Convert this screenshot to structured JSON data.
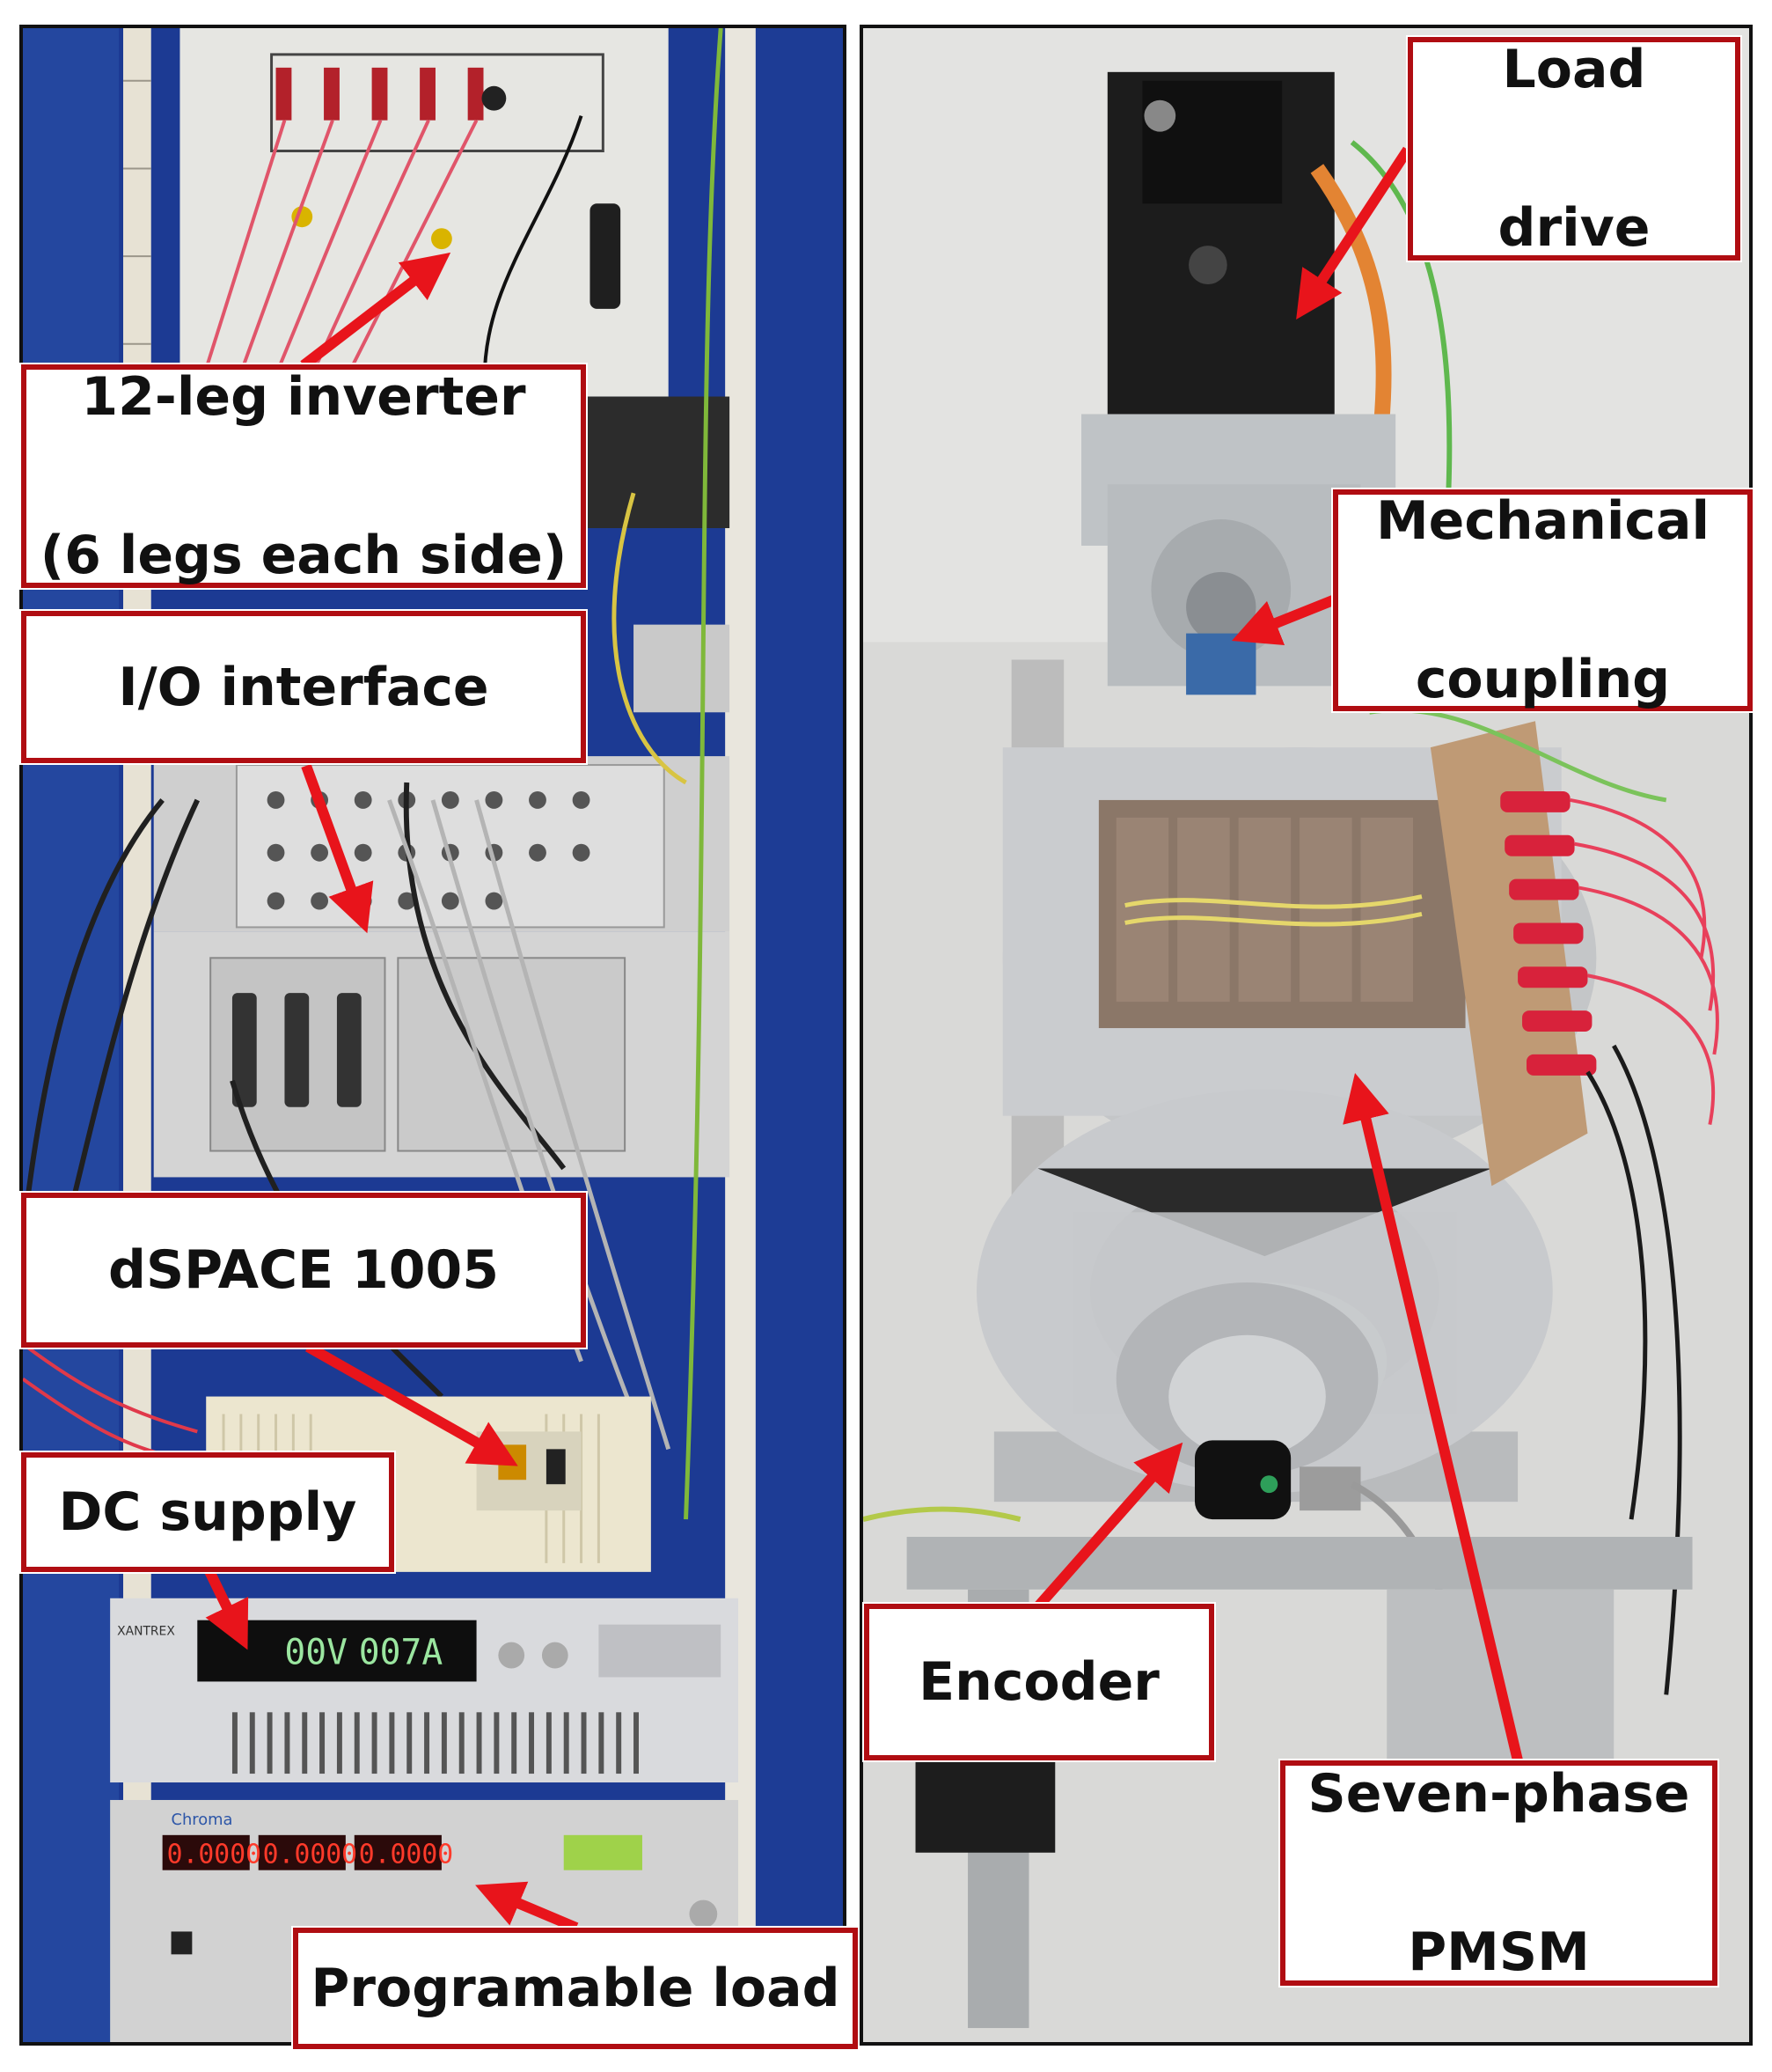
{
  "labels": {
    "inverter_line1": "12-leg inverter",
    "inverter_line2": "(6 legs each side)",
    "io_interface": "I/O interface",
    "dspace": "dSPACE 1005",
    "dc_supply": "DC supply",
    "programable_load": "Programable load",
    "load_drive_line1": "Load",
    "load_drive_line2": "drive",
    "coupling_line1": "Mechanical",
    "coupling_line2": "coupling",
    "encoder": "Encoder",
    "pmsm_line1": "Seven-phase",
    "pmsm_line2": "PMSM"
  },
  "equipment_text": {
    "dc_volt_display": "00V",
    "dc_amp_display": "007A",
    "dc_brand": "XANTREX",
    "load_display_1": "0.0000",
    "load_display_2": "0.0000",
    "load_display_3": "0.0000",
    "load_brand": "Chroma"
  },
  "colors": {
    "label_border": "#b00d12",
    "arrow": "#e8141b",
    "panel_border": "#111111",
    "rack_blue": "#1f3f9a",
    "aluminum": "#c9ccd0"
  }
}
